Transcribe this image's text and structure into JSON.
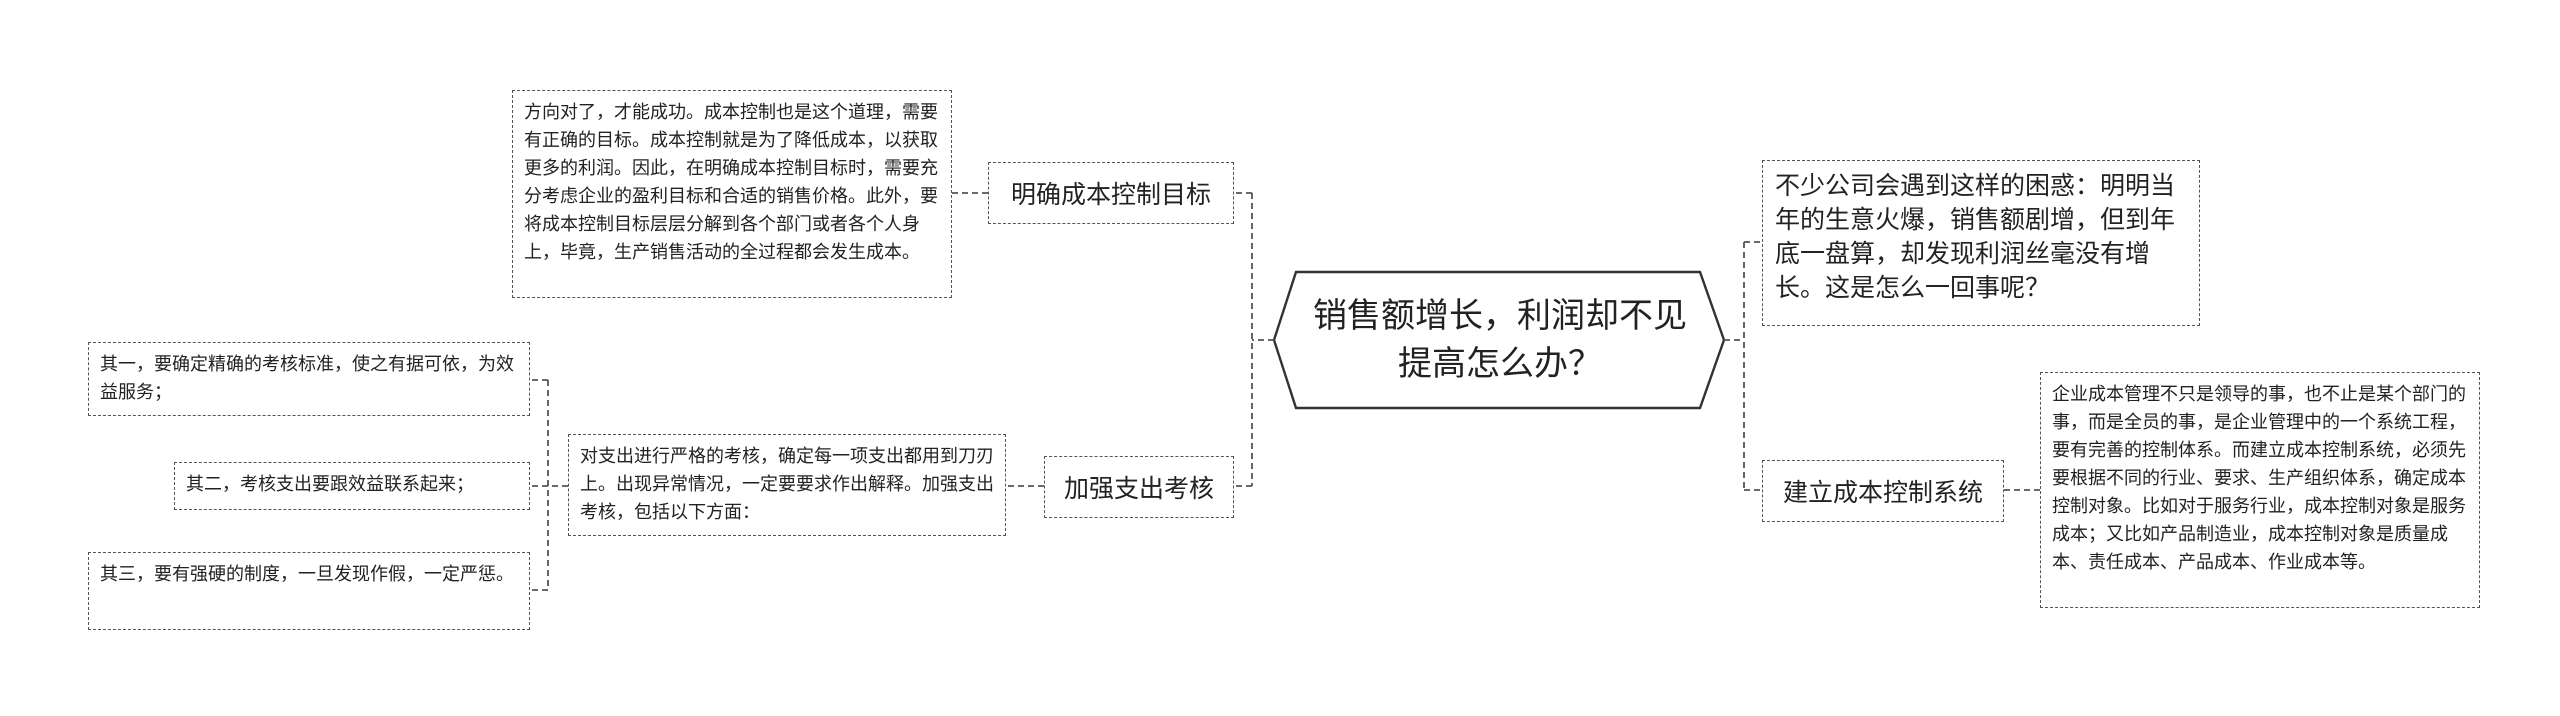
{
  "central_topic": "销售额增长，利润却不见\n提高怎么办？",
  "branches": {
    "intro": "不少公司会遇到这样的困惑：明明当年的生意火爆，销售额剧增，但到年底一盘算，却发现利润丝毫没有增长。这是怎么一回事呢？",
    "cost_target": {
      "label": "明确成本控制目标",
      "note": "方向对了，才能成功。成本控制也是这个道理，需要有正确的目标。成本控制就是为了降低成本，以获取更多的利润。因此，在明确成本控制目标时，需要充分考虑企业的盈利目标和合适的销售价格。此外，要将成本控制目标层层分解到各个部门或者各个人身上，毕竟，生产销售活动的全过程都会发生成本。"
    },
    "expense_review": {
      "label": "加强支出考核",
      "note": "对支出进行严格的考核，确定每一项支出都用到刀刃上。出现异常情况，一定要要求作出解释。加强支出考核，包括以下方面：",
      "items": [
        "其一，要确定精确的考核标准，使之有据可依，为效益服务；",
        "其二，考核支出要跟效益联系起来；",
        "其三，要有强硬的制度，一旦发现作假，一定严惩。"
      ]
    },
    "cost_system": {
      "label": "建立成本控制系统",
      "note": "企业成本管理不只是领导的事，也不止是某个部门的事，而是全员的事，是企业管理中的一个系统工程，要有完善的控制体系。而建立成本控制系统，必须先要根据不同的行业、要求、生产组织体系，确定成本控制对象。比如对于服务行业，成本控制对象是服务成本；又比如产品制造业，成本控制对象是质量成本、责任成本、产品成本、作业成本等。"
    }
  },
  "colors": {
    "line": "#555555",
    "text": "#222222",
    "background": "#ffffff"
  }
}
